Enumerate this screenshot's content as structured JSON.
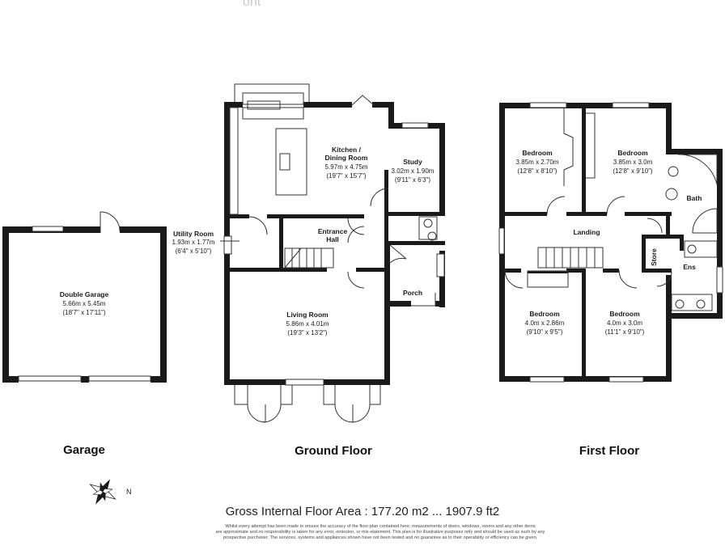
{
  "watermark": "ont",
  "floors": {
    "garage": "Garage",
    "ground": "Ground Floor",
    "first": "First Floor"
  },
  "rooms": {
    "double_garage": {
      "name": "Double Garage",
      "metric": "5.66m x 5.45m",
      "imperial": "(18'7\" x 17'11\")"
    },
    "utility_room": {
      "name": "Utility Room",
      "metric": "1.93m x 1.77m",
      "imperial": "(6'4\" x 5'10\")"
    },
    "kitchen_dining": {
      "name1": "Kitchen /",
      "name2": "Dining Room",
      "metric": "5.97m x 4.75m",
      "imperial": "(19'7\" x 15'7\")"
    },
    "study": {
      "name": "Study",
      "metric": "3.02m x 1.90m",
      "imperial": "(9'11\" x 6'3\")"
    },
    "entrance_hall": {
      "name1": "Entrance",
      "name2": "Hall"
    },
    "porch": {
      "name": "Porch"
    },
    "living_room": {
      "name": "Living Room",
      "metric": "5.86m x 4.01m",
      "imperial": "(19'3\" x 13'2\")"
    },
    "bedroom_nw": {
      "name": "Bedroom",
      "metric": "3.85m x 2.70m",
      "imperial": "(12'8\" x 8'10\")"
    },
    "bedroom_ne": {
      "name": "Bedroom",
      "metric": "3.85m x 3.0m",
      "imperial": "(12'8\" x 9'10\")"
    },
    "bath": {
      "name": "Bath"
    },
    "landing": {
      "name": "Landing"
    },
    "store": {
      "name": "Store"
    },
    "ens": {
      "name": "Ens"
    },
    "bedroom_sw": {
      "name": "Bedroom",
      "metric": "4.0m x 2.86m",
      "imperial": "(9'10\" x 9'5\")"
    },
    "bedroom_se": {
      "name": "Bedroom",
      "metric": "4.0m x 3.0m",
      "imperial": "(11'1\" x 9'10\")"
    }
  },
  "compass": {
    "north_label": "N"
  },
  "gross_area": "Gross Internal Floor Area : 177.20 m2 ... 1907.9 ft2",
  "disclaimer": {
    "line1": "Whilst every attempt has been made to ensure the accuracy of the floor plan contained here, measurements of doors, windows, rooms and any other items",
    "line2": "are approximate and no responsibility is taken for any error, omission, or mis-statement. This plan is for illustrative purposes only and should be used as such by any",
    "line3": "prospective purchaser. The services, systems and appliances shown have not been tested and no guarantee as to their operability or efficiency can be given."
  }
}
